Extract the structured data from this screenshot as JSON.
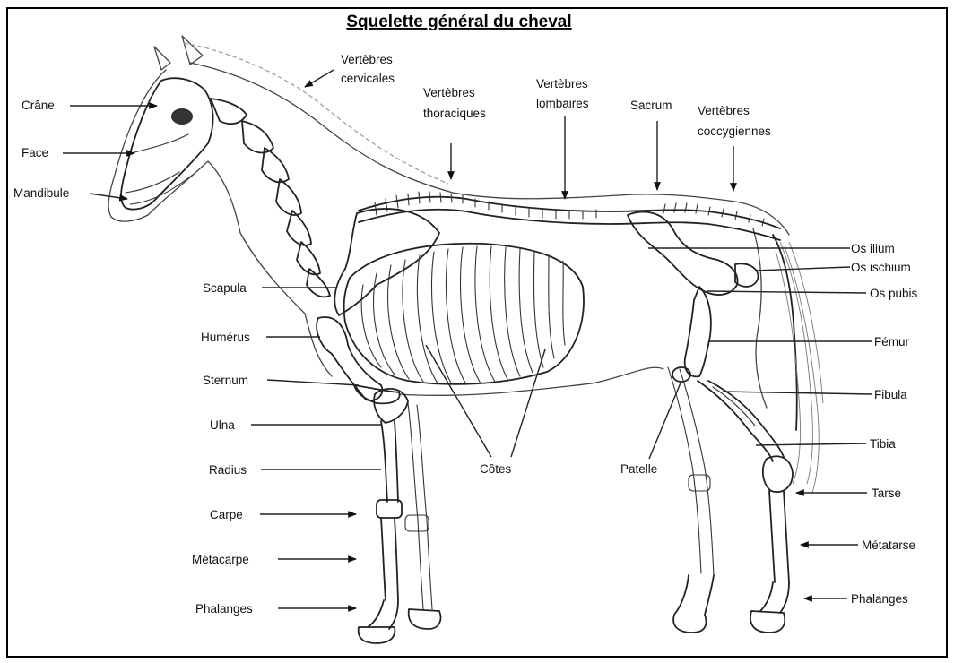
{
  "title": "Squelette général du cheval",
  "labels": {
    "crane": "Crâne",
    "face": "Face",
    "mandibule": "Mandibule",
    "vertebres_cervicales_1": "Vertèbres",
    "vertebres_cervicales_2": "cervicales",
    "vertebres_thoraciques_1": "Vertèbres",
    "vertebres_thoraciques_2": "thoraciques",
    "vertebres_lombaires_1": "Vertèbres",
    "vertebres_lombaires_2": "lombaires",
    "sacrum": "Sacrum",
    "vertebres_coccygiennes_1": "Vertèbres",
    "vertebres_coccygiennes_2": "coccygiennes",
    "os_ilium": "Os ilium",
    "os_ischium": "Os ischium",
    "os_pubis": "Os pubis",
    "femur": "Fémur",
    "fibula": "Fibula",
    "tibia": "Tibia",
    "tarse": "Tarse",
    "metatarse": "Métatarse",
    "phalanges_arriere": "Phalanges",
    "scapula": "Scapula",
    "humerus": "Humérus",
    "sternum": "Sternum",
    "ulna": "Ulna",
    "radius": "Radius",
    "carpe": "Carpe",
    "metacarpe": "Métacarpe",
    "phalanges_avant": "Phalanges",
    "cotes": "Côtes",
    "patelle": "Patelle"
  }
}
